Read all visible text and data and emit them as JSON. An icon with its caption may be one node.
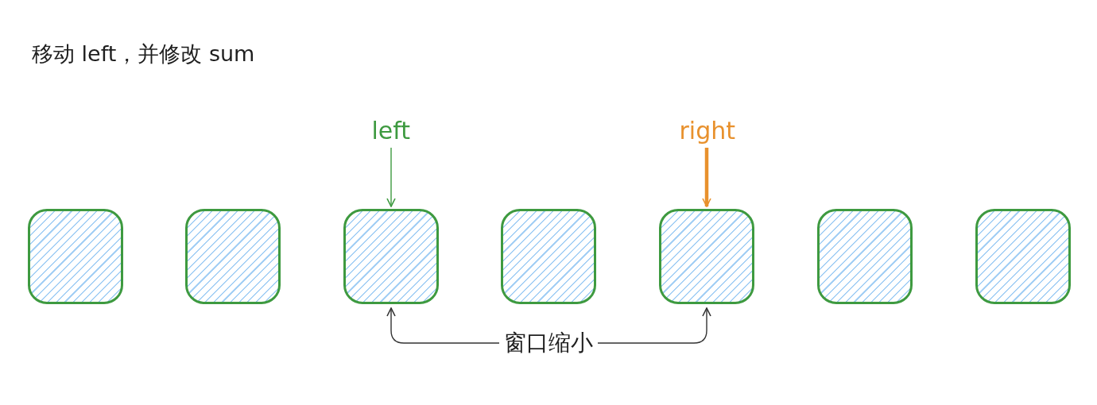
{
  "diagram": {
    "title": "移动 left，并修改 sum",
    "nodes": [
      {
        "text": [],
        "shape": "box"
      },
      {
        "text": [],
        "shape": "box"
      },
      {
        "text": [],
        "shape": "box"
      },
      {
        "text": [],
        "shape": "box"
      },
      {
        "text": [],
        "shape": "box"
      },
      {
        "text": [],
        "shape": "box"
      },
      {
        "text": [],
        "shape": "box"
      },
      {
        "text": [
          "left"
        ]
      },
      {
        "text": [
          "right"
        ]
      },
      {
        "text": [
          "窗口缩小"
        ]
      }
    ],
    "edges": [
      {
        "from": 7,
        "to": 2,
        "arrow": "to",
        "color": "#3e9a40"
      },
      {
        "from": 8,
        "to": 4,
        "arrow": "to",
        "style": "thick",
        "color": "#e8912d"
      },
      {
        "from": 9,
        "to": 2,
        "arrow": "to"
      },
      {
        "from": 9,
        "to": 4,
        "arrow": "to"
      }
    ]
  }
}
